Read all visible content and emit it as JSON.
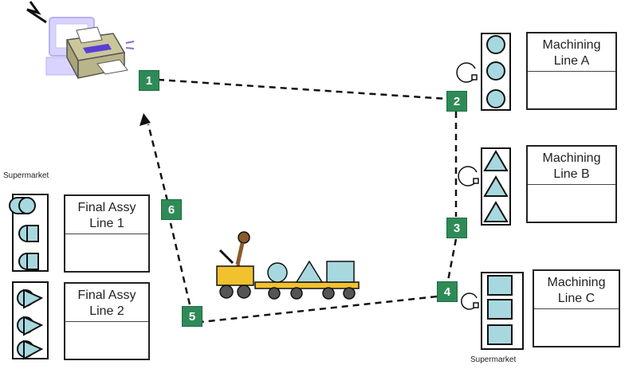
{
  "lines": {
    "machining_a": {
      "name": "Machining\nLine A"
    },
    "machining_b": {
      "name": "Machining\nLine B"
    },
    "machining_c": {
      "name": "Machining\nLine C"
    },
    "final_assy_1": {
      "name": "Final Assy\nLine 1"
    },
    "final_assy_2": {
      "name": "Final Assy\nLine 2"
    }
  },
  "supermarket_labels": {
    "left": "Supermarket",
    "bottom_right": "Supermarket"
  },
  "steps": [
    "1",
    "2",
    "3",
    "4",
    "5",
    "6"
  ],
  "colors": {
    "step_badge": "#2e8b57",
    "part": "#a8d8df",
    "cart": "#f2c12e"
  },
  "icons": [
    "printer-icon",
    "lightning-icon",
    "cycle-icon",
    "tugger-train-icon"
  ]
}
